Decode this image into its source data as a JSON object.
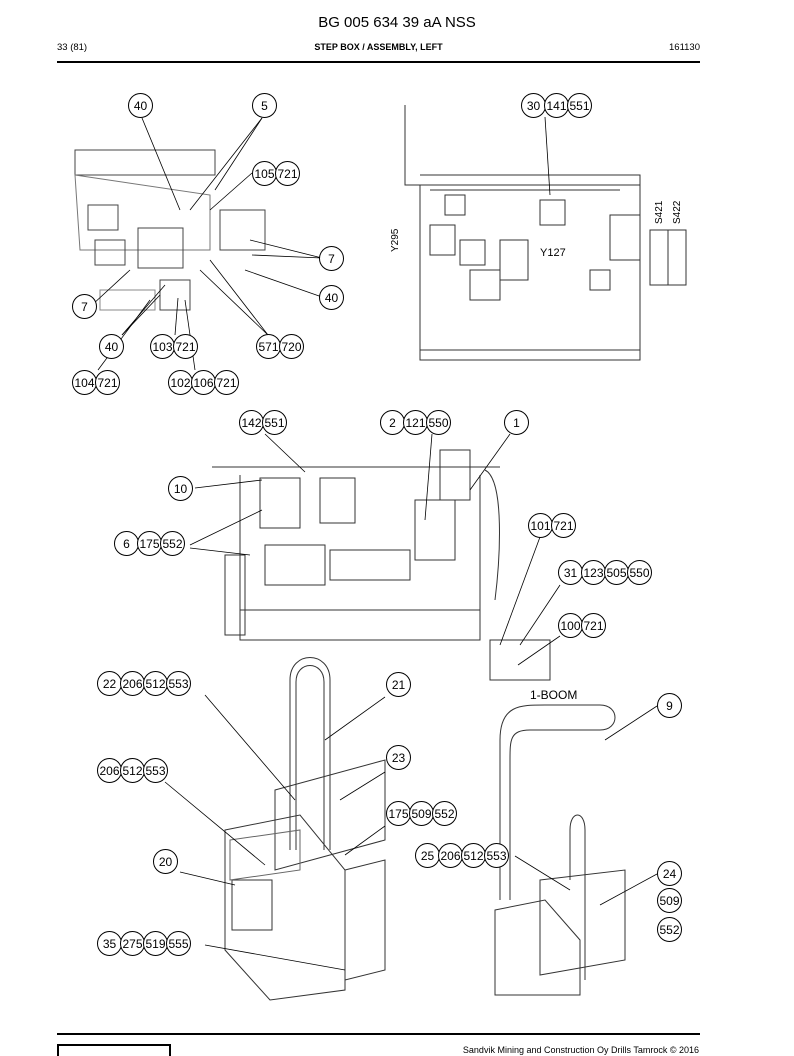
{
  "header": {
    "title": "BG 005 634 39 aA NSS",
    "page": "33 (81)",
    "section": "STEP BOX / ASSEMBLY, LEFT",
    "code": "161130"
  },
  "labels": {
    "y295": "Y295",
    "y127": "Y127",
    "s421": "S421",
    "s422": "S422",
    "boom": "1-BOOM"
  },
  "callouts": {
    "c1": [
      "40"
    ],
    "c2": [
      "5"
    ],
    "c3": [
      "105",
      "721"
    ],
    "c4": [
      "7"
    ],
    "c5": [
      "40"
    ],
    "c6": [
      "7"
    ],
    "c7": [
      "40"
    ],
    "c8": [
      "103",
      "721"
    ],
    "c9": [
      "571",
      "720"
    ],
    "c10": [
      "104",
      "721"
    ],
    "c11": [
      "102",
      "106",
      "721"
    ],
    "c12": [
      "30",
      "141",
      "551"
    ],
    "c13": [
      "142",
      "551"
    ],
    "c14": [
      "2",
      "121",
      "550"
    ],
    "c15": [
      "1"
    ],
    "c16": [
      "10"
    ],
    "c17": [
      "6",
      "175",
      "552"
    ],
    "c18": [
      "101",
      "721"
    ],
    "c19": [
      "31",
      "123",
      "505",
      "550"
    ],
    "c20": [
      "100",
      "721"
    ],
    "c21": [
      "22",
      "206",
      "512",
      "553"
    ],
    "c22": [
      "21"
    ],
    "c23": [
      "9"
    ],
    "c24": [
      "23"
    ],
    "c25": [
      "206",
      "512",
      "553"
    ],
    "c26": [
      "175",
      "509",
      "552"
    ],
    "c27": [
      "25",
      "206",
      "512",
      "553"
    ],
    "c28": [
      "20"
    ],
    "c29": [
      "24"
    ],
    "c30": [
      "509"
    ],
    "c31": [
      "552"
    ],
    "c32": [
      "35",
      "275",
      "519",
      "555"
    ]
  },
  "footer": {
    "text": "Sandvik Mining and Construction Oy Drills Tamrock © 2016"
  }
}
